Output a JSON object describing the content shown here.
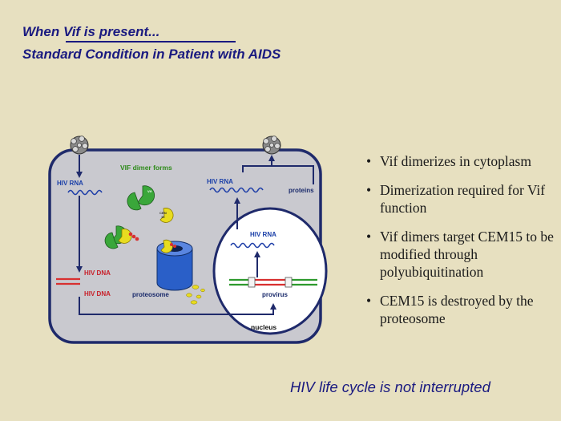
{
  "slide": {
    "title_line1": "When Vif is present...",
    "title_line2": "Standard Condition in Patient with AIDS",
    "conclusion": "HIV life cycle is not interrupted"
  },
  "diagram": {
    "vif_dimer_forms": "VIF dimer forms",
    "hiv_rna_left": "HIV RNA",
    "hiv_rna_right": "HIV RNA",
    "proteins": "proteins",
    "hiv_rna_nucleus": "HIV RNA",
    "hiv_dna_top": "HIV DNA",
    "hiv_dna_bottom": "HIV DNA",
    "proteosome": "proteosome",
    "provirus": "provirus",
    "nucleus": "nucleus",
    "vif_label": "Vif",
    "cem_label": "CEM",
    "cem_15": "15",
    "colors": {
      "cell_fill": "#c9c9cf",
      "cell_stroke": "#1f2a6b",
      "arrow": "#1f2a6b",
      "label_blue": "#1a3fa8",
      "label_red": "#c8202a",
      "label_green": "#2e8b1a",
      "vif_green": "#3aa73a",
      "cem_yellow": "#e8dc20",
      "proteosome_blue": "#2a5fc8",
      "dna_red": "#d83030",
      "dna_green": "#2e9a2e"
    }
  },
  "bullets": [
    "Vif dimerizes in cytoplasm",
    "Dimerization required for Vif function",
    "Vif dimers target CEM15 to be modified through polyubiquitination",
    "CEM15 is destroyed by the proteosome"
  ]
}
